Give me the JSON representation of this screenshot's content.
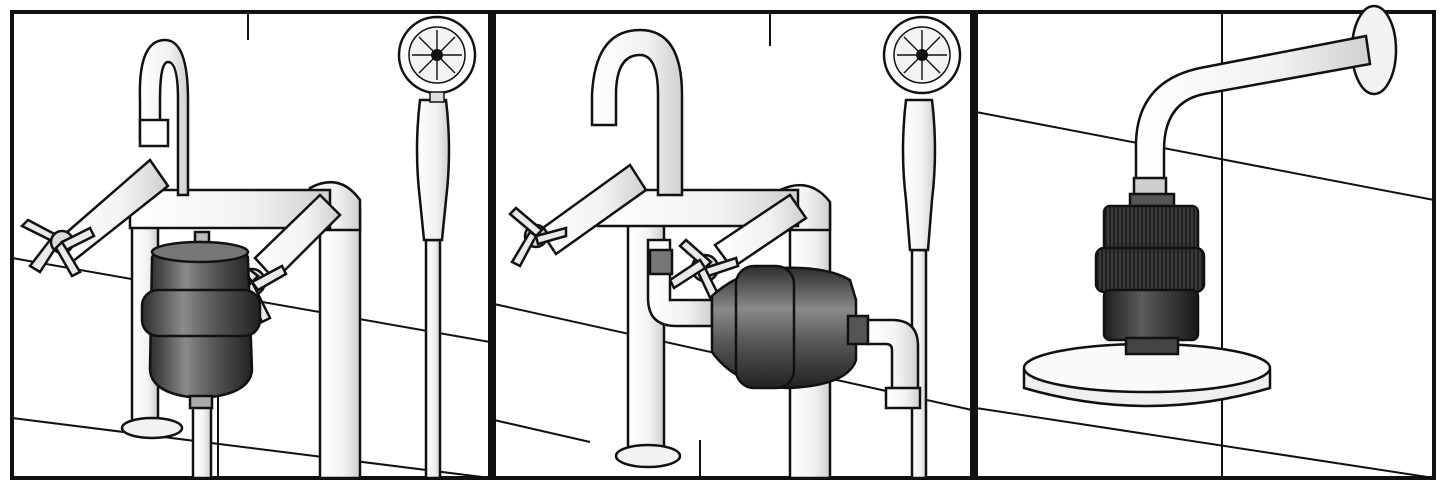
{
  "panels": [
    {
      "id": "filter-under-basin-tap",
      "filter": "cylindrical-filter-cartridge"
    },
    {
      "id": "filter-inline-horizontal",
      "filter": "horizontal-filter-cartridge"
    },
    {
      "id": "filter-on-shower-arm",
      "filter": "ribbed-shower-filter"
    }
  ],
  "colors": {
    "outline": "#111111",
    "background": "#ffffff",
    "metal_light": "#f4f4f4",
    "metal_shade": "#d8d8d8",
    "filter_dark": "#3a3a3a",
    "filter_mid": "#6e6e6e",
    "filter_light": "#9a9a9a"
  },
  "icons": [
    "faucet-icon",
    "hand-shower-icon",
    "shower-arm-icon",
    "shower-head-icon"
  ]
}
